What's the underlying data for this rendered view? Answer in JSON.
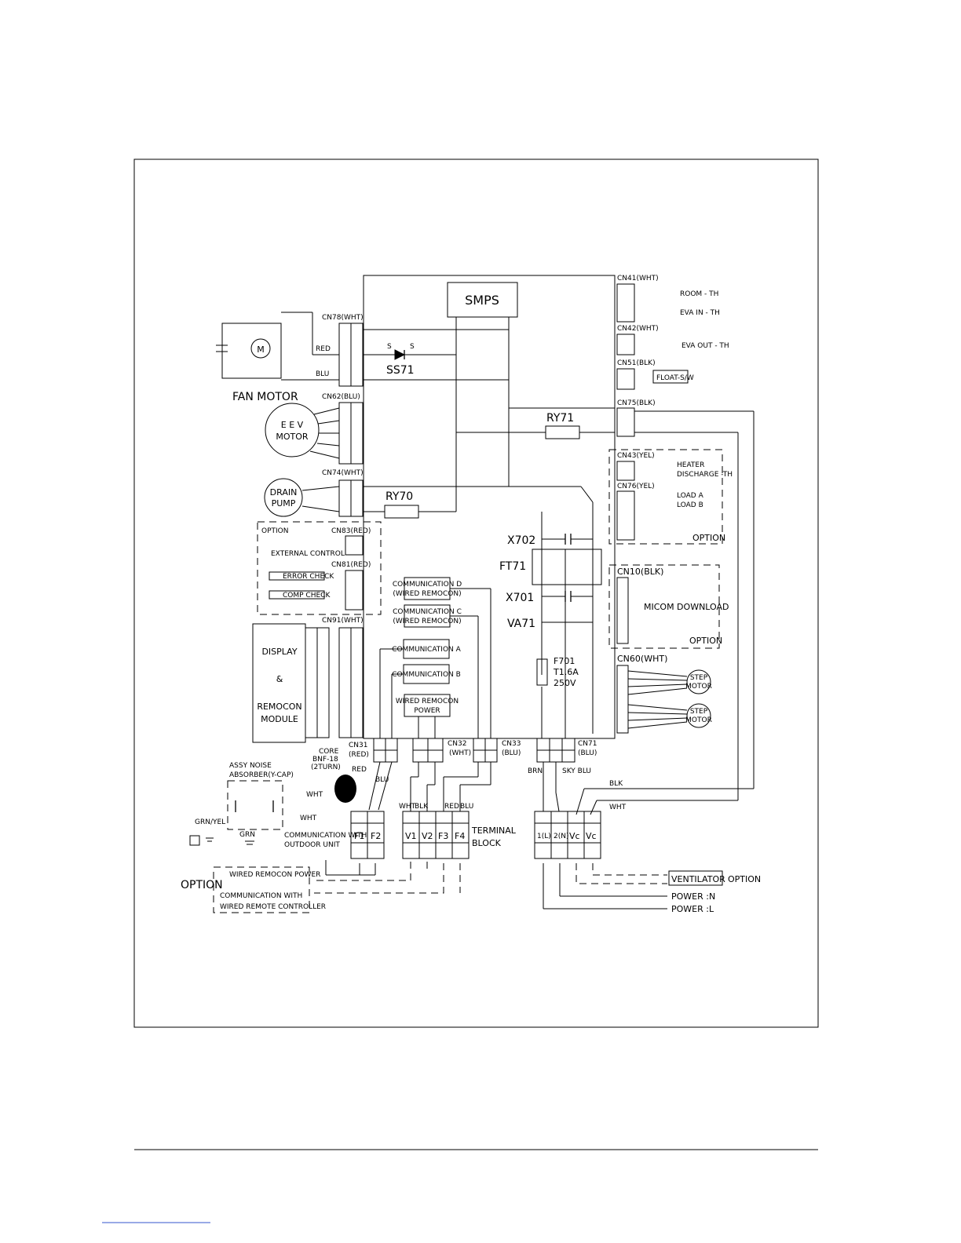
{
  "labels": {
    "smps": "SMPS",
    "cn78": "CN78(WHT)",
    "cn62": "CN62(BLU)",
    "cn74": "CN74(WHT)",
    "cn83": "CN83(RED)",
    "cn81": "CN81(RED)",
    "cn91": "CN91(WHT)",
    "cn41": "CN41(WHT)",
    "cn42": "CN42(WHT)",
    "cn51": "CN51(BLK)",
    "cn75": "CN75(BLK)",
    "cn43": "CN43(YEL)",
    "cn76": "CN76(YEL)",
    "cn10": "CN10(BLK)",
    "cn60": "CN60(WHT)",
    "cn31": "CN31",
    "cn31_color": "(RED)",
    "cn32": "CN32",
    "cn32_color": "(WHT)",
    "cn33": "CN33",
    "cn33_color": "(BLU)",
    "cn71": "CN71",
    "cn71_color": "(BLU)",
    "fan_motor": "FAN MOTOR",
    "fan_m": "M",
    "red": "RED",
    "blu": "BLU",
    "ss71": "SS71",
    "s": "S",
    "eev_1": "E E V",
    "eev_2": "MOTOR",
    "drain_1": "DRAIN",
    "drain_2": "PUMP",
    "ry70": "RY70",
    "ry71": "RY71",
    "option": "OPTION",
    "external_control": "EXTERNAL CONTROL",
    "error_check": "ERROR CHECK",
    "comp_check": "COMP CHECK",
    "display_1": "DISPLAY",
    "display_2": "&",
    "display_3": "REMOCON",
    "display_4": "MODULE",
    "room_th": "ROOM - TH",
    "eva_in_th": "EVA IN - TH",
    "eva_out_th": "EVA OUT - TH",
    "float_sw": "FLOAT-S/W",
    "heater": "HEATER",
    "discharge_th": "DISCHARGE -TH",
    "load_a": "LOAD A",
    "load_b": "LOAD B",
    "micom_download": "MICOM DOWNLOAD",
    "x702": "X702",
    "ft71": "FT71",
    "x701": "X701",
    "va71": "VA71",
    "f701": "F701",
    "f701_rating": "T1.6A",
    "f701_volt": "250V",
    "comm_d_1": "COMMUNICATION D",
    "comm_d_2": "(WIRED REMOCON)",
    "comm_c_1": "COMMUNICATION C",
    "comm_c_2": "(WIRED REMOCON)",
    "comm_a": "COMMUNICATION A",
    "comm_b": "COMMUNICATION B",
    "wired_remocon_1": "WIRED REMOCON",
    "wired_remocon_2": "POWER",
    "step_motor_1": "STEP",
    "step_motor_2": "MOTOR",
    "core_1": "CORE",
    "core_2": "BNF-18",
    "core_3": "(2TURN)",
    "assy_noise_1": "ASSY NOISE",
    "assy_noise_2": "ABSORBER(Y-CAP)",
    "wht": "WHT",
    "blk": "BLK",
    "grn": "GRN",
    "grn_yel": "GRN/YEL",
    "brn": "BRN",
    "sky_blu": "SKY BLU",
    "comm_outdoor_1": "COMMUNICATION WITH",
    "comm_outdoor_2": "OUTDOOR UNIT",
    "terminal_block_1": "TERMINAL",
    "terminal_block_2": "BLOCK",
    "f1": "F1",
    "f2": "F2",
    "v1": "V1",
    "v2": "V2",
    "f3": "F3",
    "f4": "F4",
    "t1l": "1(L)",
    "t2n": "2(N)",
    "vc": "Vc",
    "ventilator": "VENTILATOR",
    "power_n": "POWER :N",
    "power_l": "POWER :L",
    "wired_remocon_power": "WIRED REMOCON POWER",
    "comm_wired_1": "COMMUNICATION WITH",
    "comm_wired_2": "WIRED REMOTE CONTROLLER"
  }
}
